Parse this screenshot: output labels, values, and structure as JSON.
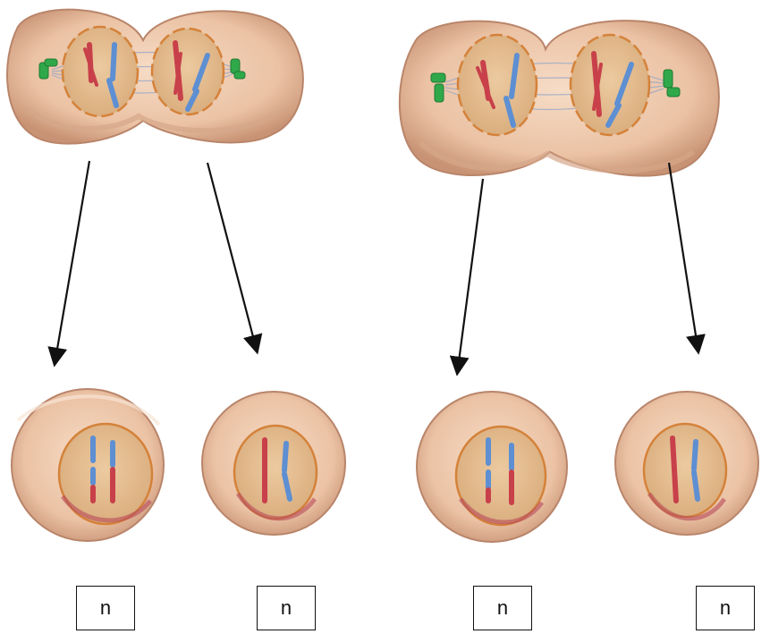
{
  "diagram": {
    "labels": [
      "n",
      "n",
      "n",
      "n"
    ]
  },
  "colors": {
    "cytoplasm": "#ebc2a4",
    "cytoplasm_rim": "#c89274",
    "nucleus": "#e3bc90",
    "nuclear_envelope": "#d4823a",
    "chromosome_red": "#c8404a",
    "chromosome_blue": "#5d8fd2",
    "centriole": "#2fa84a",
    "spindle": "#9aa8c8",
    "arrow": "#111111"
  }
}
